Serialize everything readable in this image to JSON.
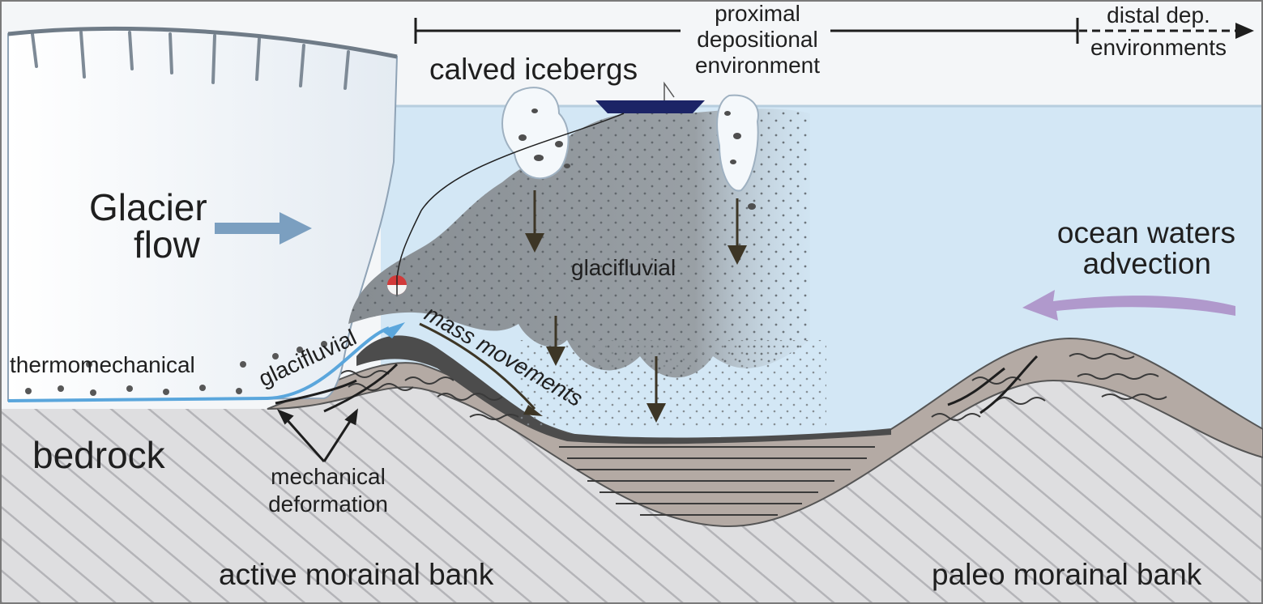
{
  "labels": {
    "proximal_line1": "proximal",
    "proximal_line2": "depositional",
    "proximal_line3": "environment",
    "distal_line1": "distal dep.",
    "distal_line2": "environments",
    "calved_icebergs": "calved icebergs",
    "glacier_line1": "Glacier",
    "glacier_line2": "flow",
    "ocean_line1": "ocean waters",
    "ocean_line2": "advection",
    "glacifluvial_plume": "glacifluvial",
    "glacifluvial_channel": "glacifluvial",
    "thermomechanical": "thermomechanical",
    "mass_movements": "mass movements",
    "bedrock": "bedrock",
    "mechanical_line1": "mechanical",
    "mechanical_line2": "deformation",
    "active_bank": "active morainal bank",
    "paleo_bank": "paleo morainal bank"
  },
  "colors": {
    "sky": "#f4f6f8",
    "water": "#d3e7f5",
    "glacier": "#f5f8fb",
    "plume": "#8e9499",
    "bedrock": "#dedee0",
    "sediment": "#b4aaa4",
    "debris": "#5b5b5b",
    "glacier_arrow": "#7b9fc0",
    "ocean_arrow": "#b099cc",
    "meltwater": "#5aa6dc",
    "boat": "#1c2466"
  }
}
